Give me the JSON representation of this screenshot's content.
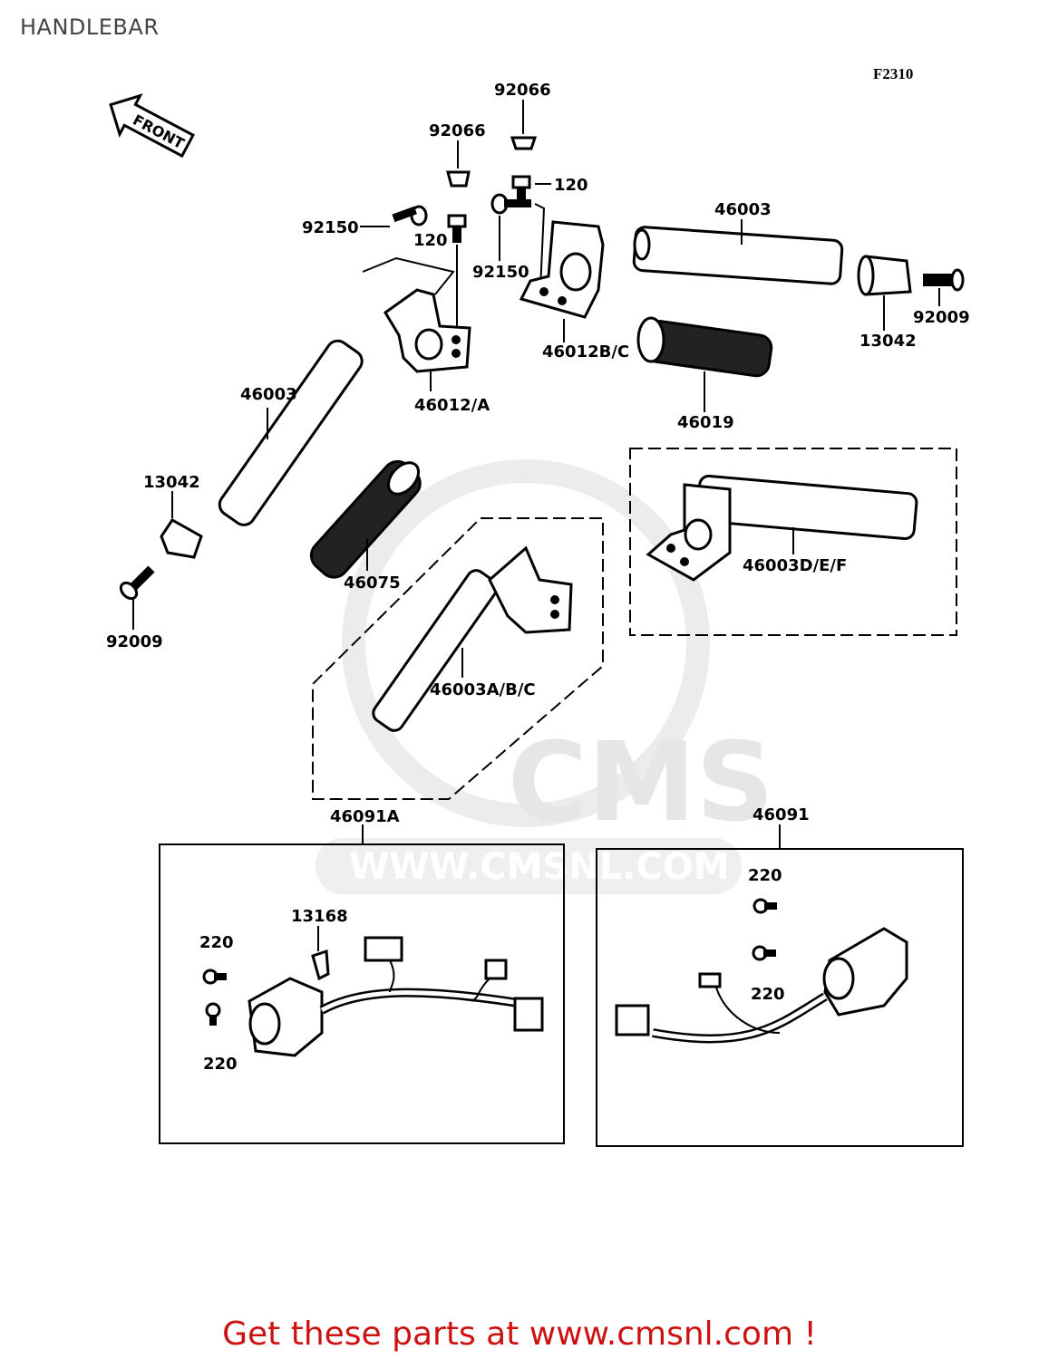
{
  "page": {
    "title": "HANDLEBAR",
    "figure_code": "F2310",
    "front_arrow_label": "FRONT",
    "promo": "Get these parts at www.cmsnl.com !"
  },
  "watermark": {
    "logo": "CMS",
    "url": "WWW.CMSNL.COM"
  },
  "labels": {
    "p92066_top": "92066",
    "p92066_mid": "92066",
    "p120_right": "120",
    "p120_left": "120",
    "p92150_left": "92150",
    "p92150_mid": "92150",
    "p46003_right": "46003",
    "p92009_right": "92009",
    "p13042_right": "13042",
    "p46012bc": "46012B/C",
    "p46012a": "46012/A",
    "p46019": "46019",
    "p46003_left": "46003",
    "p13042_left": "13042",
    "p92009_left": "92009",
    "p46075": "46075",
    "p46003abc": "46003A/B/C",
    "p46003def": "46003D/E/F",
    "p46091a": "46091A",
    "p46091": "46091",
    "p13168": "13168",
    "p220_a1": "220",
    "p220_a2": "220",
    "p220_b1": "220",
    "p220_b2": "220"
  },
  "colors": {
    "line": "#000000",
    "watermark": "#e6e6e6",
    "promo": "#cc1111"
  }
}
